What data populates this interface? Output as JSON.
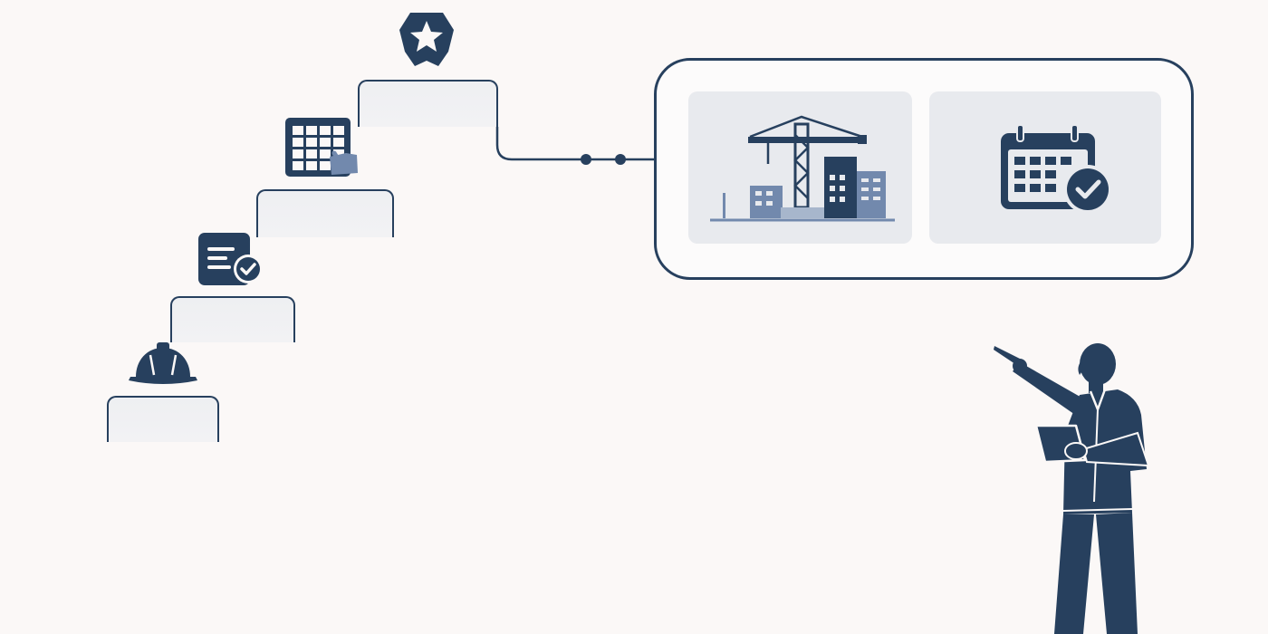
{
  "diagram": {
    "steps": [
      {
        "id": "safety",
        "icon": "hard-hat-icon",
        "label": ""
      },
      {
        "id": "documents",
        "icon": "checked-document-icon",
        "label": ""
      },
      {
        "id": "planning",
        "icon": "grid-board-icon",
        "label": ""
      },
      {
        "id": "goal",
        "icon": "star-badge-icon",
        "label": ""
      }
    ],
    "connector": {
      "style": "line-with-dots",
      "dot_count": 2
    },
    "detail_panel": {
      "cards": [
        {
          "id": "construction",
          "icon": "construction-site-icon"
        },
        {
          "id": "schedule",
          "icon": "calendar-check-icon"
        }
      ]
    },
    "presenter": {
      "figure": "person-pointing-icon",
      "holding": "tablet-icon"
    }
  },
  "colors": {
    "background": "#fbf8f7",
    "primary": "#27405e",
    "secondary": "#7289ad",
    "card": "#e8eaee",
    "step_fill": "#eeeff2"
  }
}
